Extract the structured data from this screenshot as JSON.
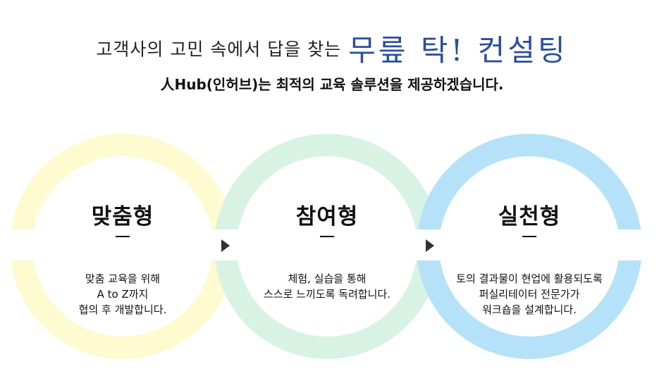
{
  "header": {
    "lead": "고객사의 고민 속에서 답을 찾는",
    "accent": "무릎 탁! 컨설팅",
    "subtitle": "人Hub(인허브)는 최적의 교육 솔루션을 제공하겠습니다."
  },
  "cards": [
    {
      "title": "맞춤형",
      "lines": [
        "맞춤 교육을 위해",
        "A to Z까지",
        "협의 후 개발합니다."
      ],
      "color": "#fdfbcf"
    },
    {
      "title": "참여형",
      "lines": [
        "체험, 실습을 통해",
        "스스로 느끼도록 독려합니다."
      ],
      "color": "#d8f3e4"
    },
    {
      "title": "실천형",
      "lines": [
        "토의 결과물이 현업에 활용되도록",
        "퍼실리테이터 전문가가",
        "워크숍을 설계합니다."
      ],
      "color": "#b5e2f8"
    }
  ],
  "colors": {
    "accent": "#2b4f9a",
    "text": "#111111"
  }
}
